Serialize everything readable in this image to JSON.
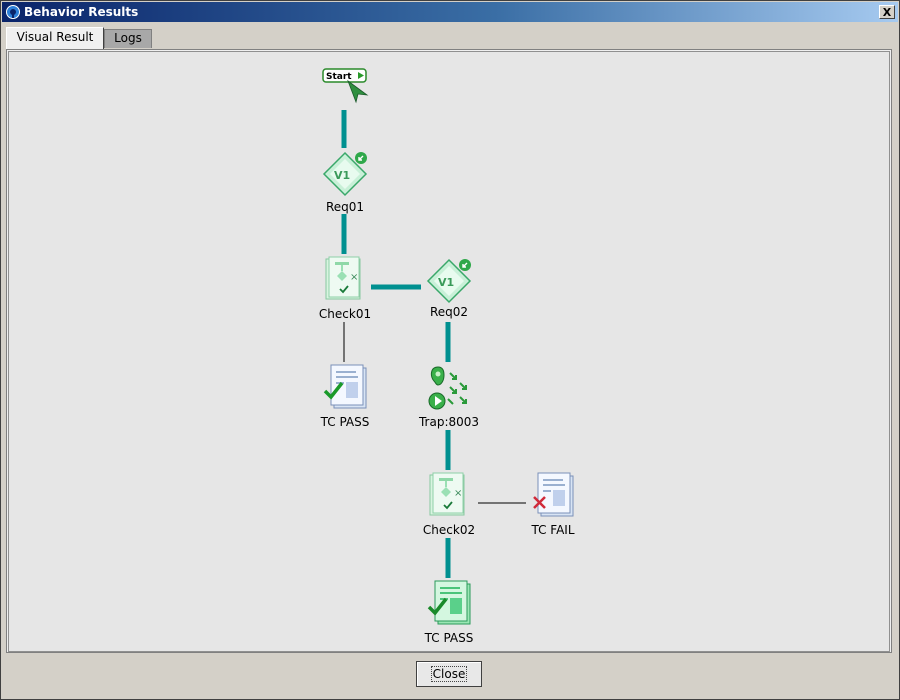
{
  "window": {
    "title": "Behavior Results",
    "close_glyph": "X"
  },
  "tabs": [
    {
      "label": "Visual Result",
      "active": true
    },
    {
      "label": "Logs",
      "active": false
    }
  ],
  "graph": {
    "nodes": {
      "start": {
        "label": "Start",
        "icon": "start-flag-icon"
      },
      "req01": {
        "label": "Req01",
        "icon": "request-v1-icon"
      },
      "check01": {
        "label": "Check01",
        "icon": "check-document-icon"
      },
      "tcpass1": {
        "label": "TC PASS",
        "icon": "pass-document-icon"
      },
      "req02": {
        "label": "Req02",
        "icon": "request-v1-icon"
      },
      "trap": {
        "label": "Trap:8003",
        "icon": "trap-listener-icon"
      },
      "check02": {
        "label": "Check02",
        "icon": "check-document-icon"
      },
      "tcfail": {
        "label": "TC FAIL",
        "icon": "fail-document-icon"
      },
      "tcpass2": {
        "label": "TC PASS",
        "icon": "pass-document-icon"
      }
    },
    "colors": {
      "flow_edge": "#009090",
      "result_edge": "#000000",
      "canvas": "#e6e6e6"
    }
  },
  "footer": {
    "close_label": "Close"
  }
}
